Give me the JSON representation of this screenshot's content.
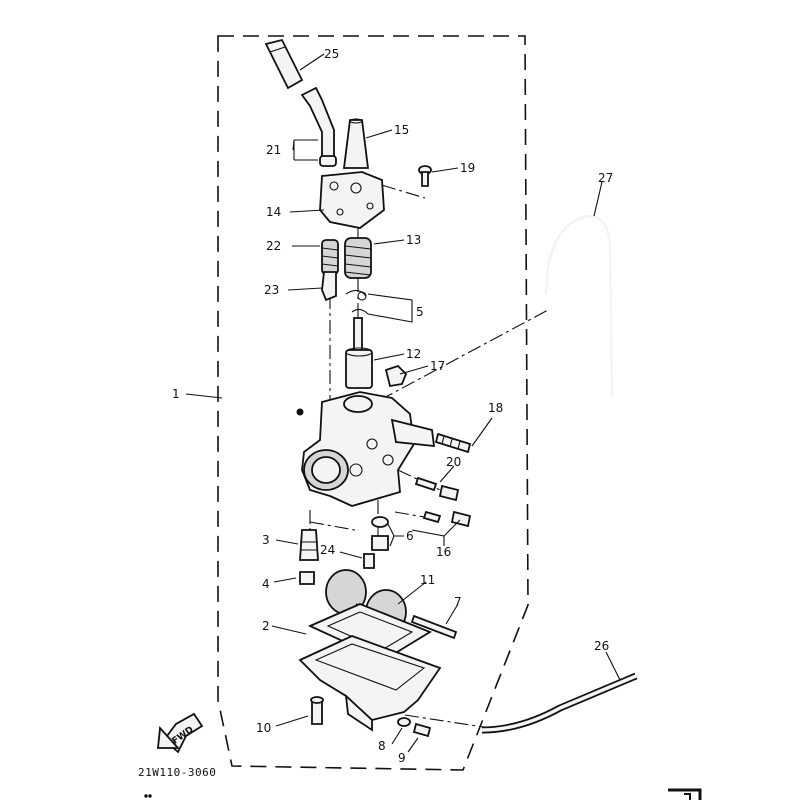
{
  "callouts": {
    "c1": "1",
    "c2": "2",
    "c3": "3",
    "c4": "4",
    "c5": "5",
    "c6": "6",
    "c7": "7",
    "c8": "8",
    "c9": "9",
    "c10": "10",
    "c11": "11",
    "c12": "12",
    "c13": "13",
    "c14": "14",
    "c15": "15",
    "c16": "16",
    "c17": "17",
    "c18": "18",
    "c19": "19",
    "c20": "20",
    "c21": "21",
    "c22": "22",
    "c23": "23",
    "c24": "24",
    "c25": "25",
    "c26": "26",
    "c27": "27"
  },
  "diagram_code": "21W110-3060",
  "fwd_label": "FWD"
}
